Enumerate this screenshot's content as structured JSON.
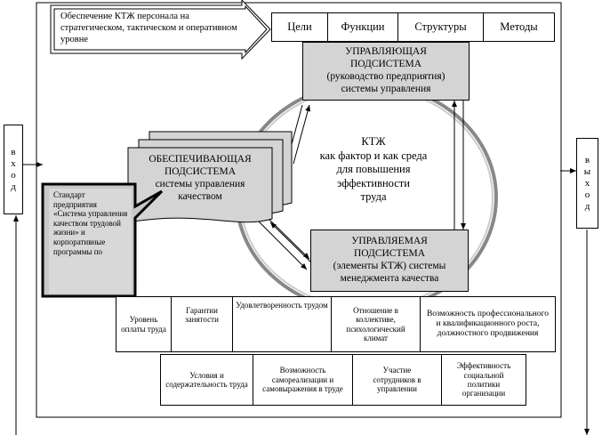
{
  "header_note": "Обеспечение КТЖ персонала на стратегическом, тактическом и оперативном уровне",
  "top_tabs": [
    "Цели",
    "Функции",
    "Структуры",
    "Методы"
  ],
  "managing": {
    "line1": "УПРАВЛЯЮЩАЯ",
    "line2": "ПОДСИСТЕМА",
    "line3": "(руководство предприятия)",
    "line4": "системы управления"
  },
  "center": {
    "line1": "КТЖ",
    "line2": "как фактор и как среда",
    "line3": "для повышения",
    "line4": "эффективности",
    "line5": "труда"
  },
  "supporting": {
    "line1": "ОБЕСПЕЧИВАЮЩАЯ",
    "line2": "ПОДСИСТЕМА",
    "line3": "системы управления",
    "line4": "качеством"
  },
  "managed": {
    "line1": "УПРАВЛЯЕМАЯ",
    "line2": "ПОДСИСТЕМА",
    "line3": "(элементы КТЖ) системы",
    "line4": "менеджмента качества"
  },
  "standard_note": "Стандарт предприятия «Система управления качеством трудовой жизни» и корпоративные программы по",
  "input_letters": [
    "в",
    "х",
    "о",
    "д"
  ],
  "output_letters": [
    "в",
    "ы",
    "х",
    "о",
    "д"
  ],
  "elements_row1": [
    "Уровень оплаты труда",
    "Гарантии занятости",
    "Удовлетворенность трудом",
    "Отношение в коллективе, психологический климат",
    "Возможность профессионального и квалификационного роста, должностного продвижения"
  ],
  "elements_row2": [
    "Условия и содержательность труда",
    "Возможность самореализации и самовыражения в труде",
    "Участие сотрудников в управлении",
    "Эффективность социальной политики организации"
  ]
}
